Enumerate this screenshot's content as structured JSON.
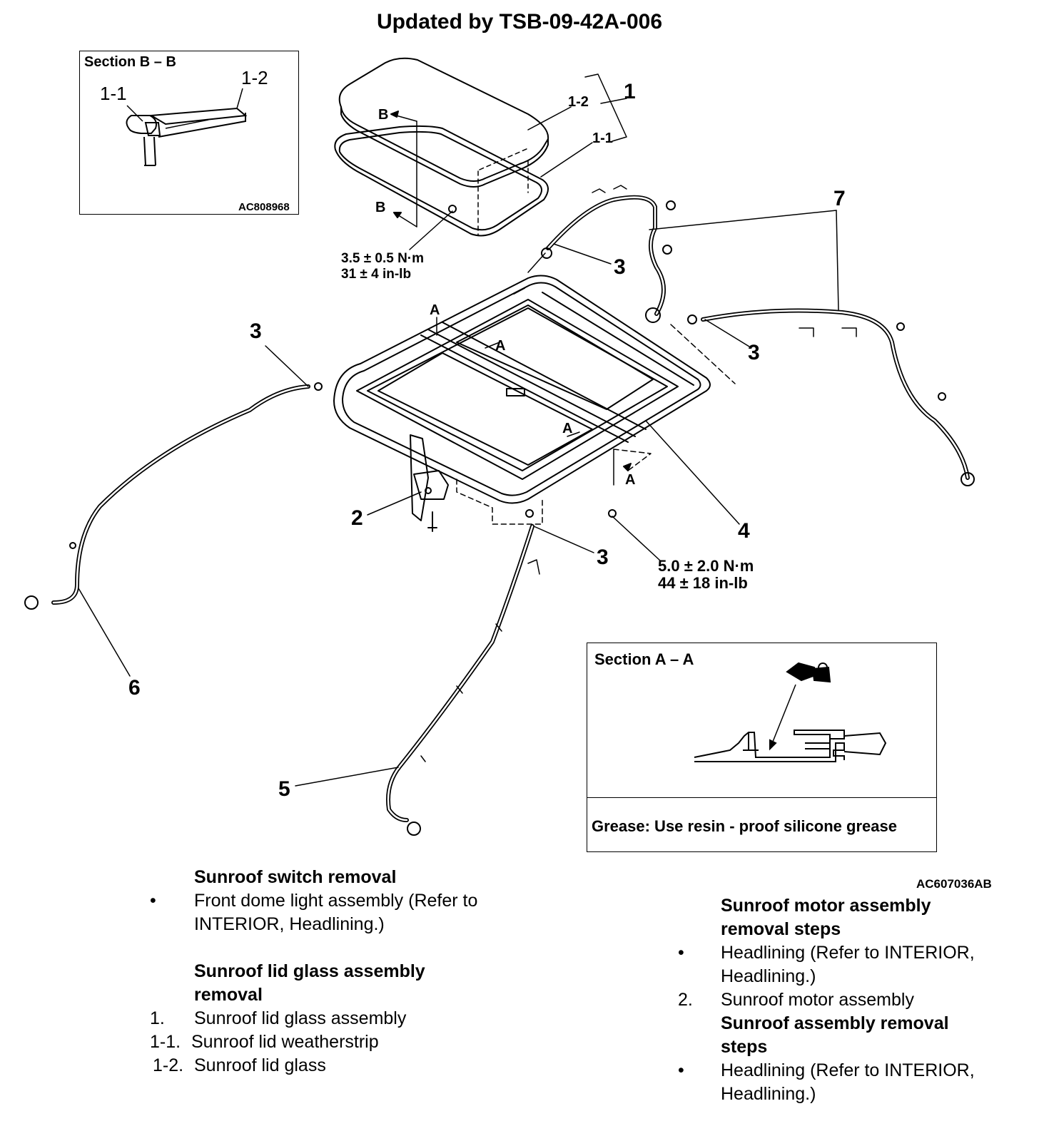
{
  "header": {
    "title": "Updated by TSB-09-42A-006"
  },
  "inset_b": {
    "title": "Section B – B",
    "label_1_1": "1-1",
    "label_1_2": "1-2",
    "code": "AC808968"
  },
  "inset_a": {
    "title": "Section A – A",
    "note": "Grease: Use resin - proof silicone grease"
  },
  "callouts": {
    "c1": "1",
    "c1_2": "1-2",
    "c1_1": "1-1",
    "c2": "2",
    "c3a": "3",
    "c3b": "3",
    "c3c": "3",
    "c3d": "3",
    "c4": "4",
    "c5": "5",
    "c6": "6",
    "c7": "7",
    "secA1": "A",
    "secA2": "A",
    "secA3": "A",
    "secA4": "A",
    "secB1": "B",
    "secB2": "B"
  },
  "torque": {
    "t1_line1": "3.5 ± 0.5 N·m",
    "t1_line2": "31 ± 4 in-lb",
    "t2_line1": "5.0 ± 2.0 N·m",
    "t2_line2": "44 ± 18 in-lb"
  },
  "figure_code": "AC607036AB",
  "legend_left": {
    "switch_heading": "Sunroof switch removal",
    "switch_item_bullet": "•",
    "switch_item_line1": "Front dome light assembly (Refer to",
    "switch_item_line2": "INTERIOR, Headlining.)",
    "lid_heading_line1": "Sunroof lid glass assembly",
    "lid_heading_line2": "removal",
    "items": [
      {
        "num": "1.",
        "text": "Sunroof lid glass assembly"
      },
      {
        "num": "1-1.",
        "text": "Sunroof lid weatherstrip"
      },
      {
        "num": "1-2.",
        "text": "Sunroof lid glass"
      }
    ]
  },
  "legend_right": {
    "motor_heading_line1": "Sunroof motor assembly",
    "motor_heading_line2": "removal steps",
    "motor_item1_bullet": "•",
    "motor_item1_line1": "Headlining (Refer to INTERIOR,",
    "motor_item1_line2": "Headlining.)",
    "motor_item2_num": "2.",
    "motor_item2_text": "Sunroof motor assembly",
    "assy_heading_line1": "Sunroof assembly removal",
    "assy_heading_line2": "steps",
    "assy_item1_bullet": "•",
    "assy_item1_line1": "Headlining (Refer to INTERIOR,",
    "assy_item1_line2": "Headlining.)"
  }
}
